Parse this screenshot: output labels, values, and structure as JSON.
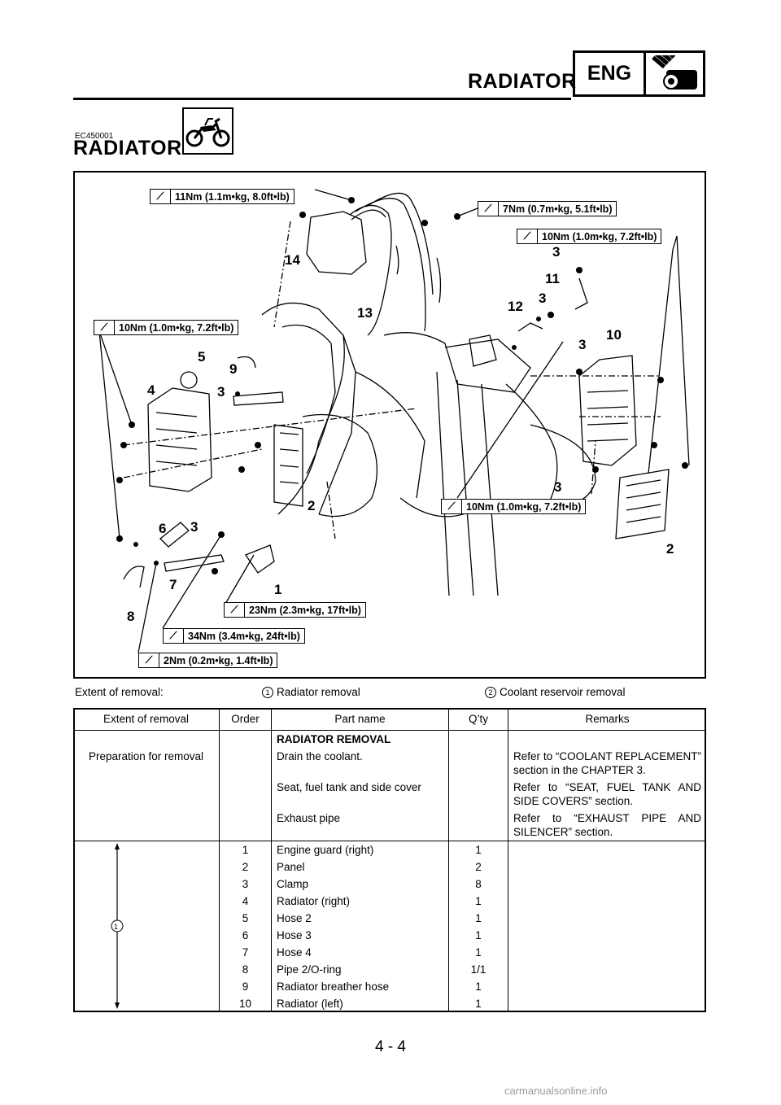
{
  "header": {
    "section": "RADIATOR",
    "badge": "ENG",
    "badge_icon": "engine-icon"
  },
  "doc": {
    "code": "EC450001",
    "title": "RADIATOR",
    "model_icon": "motocross-bike-icon"
  },
  "diagram": {
    "torques": [
      "11Nm (1.1m•kg, 8.0ft•lb)",
      "7Nm (0.7m•kg, 5.1ft•lb)",
      "10Nm (1.0m•kg, 7.2ft•lb)",
      "10Nm (1.0m•kg, 7.2ft•lb)",
      "10Nm (1.0m•kg, 7.2ft•lb)",
      "23Nm (2.3m•kg, 17ft•lb)",
      "34Nm (3.4m•kg, 24ft•lb)",
      "2Nm (0.2m•kg, 1.4ft•lb)"
    ],
    "callouts": [
      "14",
      "13",
      "3",
      "11",
      "3",
      "12",
      "10",
      "3",
      "5",
      "9",
      "4",
      "3",
      "2",
      "3",
      "6",
      "3",
      "7",
      "1",
      "8",
      "2"
    ]
  },
  "extent": {
    "label": "Extent of removal:",
    "items": [
      {
        "marker": "1",
        "text": "Radiator removal"
      },
      {
        "marker": "2",
        "text": "Coolant reservoir removal"
      }
    ]
  },
  "table": {
    "headers": [
      "Extent of removal",
      "Order",
      "Part name",
      "Q’ty",
      "Remarks"
    ],
    "section_title": "RADIATOR REMOVAL",
    "prep_label": "Preparation for removal",
    "prep_rows": [
      {
        "part": "Drain the coolant.",
        "remarks": "Refer to “COOLANT REPLACEMENT” section in the CHAPTER 3."
      },
      {
        "part": "Seat, fuel tank and side cover",
        "remarks": "Refer to “SEAT, FUEL TANK AND SIDE COVERS” section."
      },
      {
        "part": "Exhaust pipe",
        "remarks": "Refer to “EXHAUST PIPE AND SILENCER” section."
      }
    ],
    "extent_marker": "1",
    "rows": [
      {
        "order": "1",
        "part": "Engine guard (right)",
        "qty": "1"
      },
      {
        "order": "2",
        "part": "Panel",
        "qty": "2"
      },
      {
        "order": "3",
        "part": "Clamp",
        "qty": "8"
      },
      {
        "order": "4",
        "part": "Radiator (right)",
        "qty": "1"
      },
      {
        "order": "5",
        "part": "Hose 2",
        "qty": "1"
      },
      {
        "order": "6",
        "part": "Hose 3",
        "qty": "1"
      },
      {
        "order": "7",
        "part": "Hose 4",
        "qty": "1"
      },
      {
        "order": "8",
        "part": "Pipe 2/O-ring",
        "qty": "1/1"
      },
      {
        "order": "9",
        "part": "Radiator breather hose",
        "qty": "1"
      },
      {
        "order": "10",
        "part": "Radiator (left)",
        "qty": "1"
      }
    ]
  },
  "footer": {
    "page": "4 - 4",
    "watermark": "carmanualsonline.info"
  }
}
